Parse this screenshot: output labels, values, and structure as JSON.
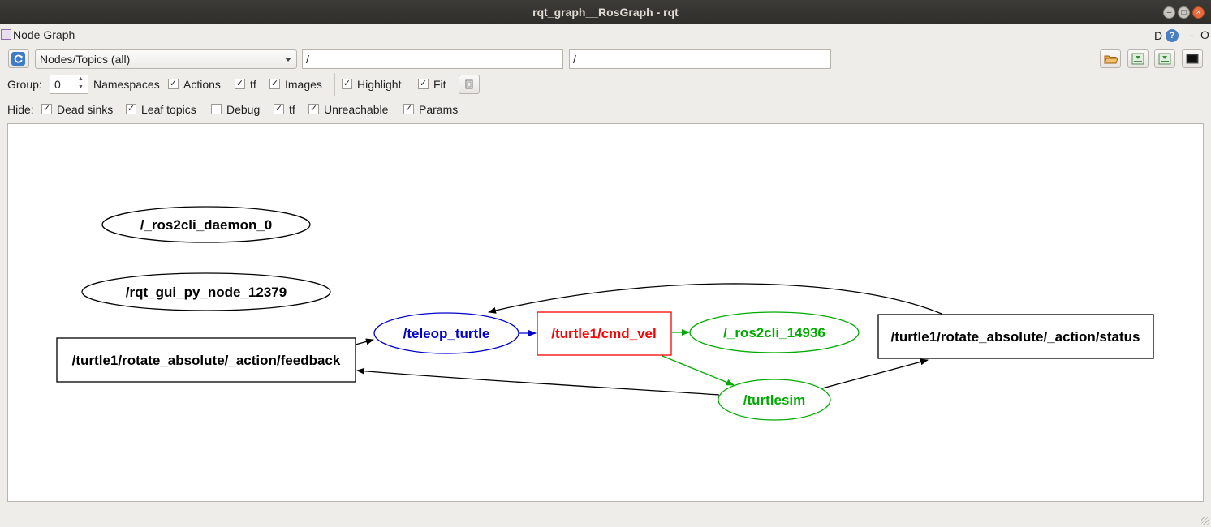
{
  "window": {
    "title": "rqt_graph__RosGraph - rqt"
  },
  "plugin": {
    "title": "Node Graph",
    "dock_d": "D",
    "dock_help": "?",
    "dock_minimize": "-",
    "dock_close": "O"
  },
  "toolbar": {
    "refresh_icon": "refresh-icon",
    "mode_select": "Nodes/Topics (all)",
    "filter1": "/",
    "filter2": "/"
  },
  "options": {
    "group_label": "Group:",
    "group_value": "0",
    "namespaces": "Namespaces",
    "actions": "Actions",
    "tf": "tf",
    "images": "Images",
    "highlight": "Highlight",
    "fit": "Fit"
  },
  "hide": {
    "label": "Hide:",
    "dead_sinks": "Dead sinks",
    "leaf_topics": "Leaf topics",
    "debug": "Debug",
    "tf": "tf",
    "unreachable": "Unreachable",
    "params": "Params"
  },
  "checks": {
    "namespaces": false,
    "actions": true,
    "tf": true,
    "images": true,
    "highlight": true,
    "fit": true,
    "dead_sinks": true,
    "leaf_topics": true,
    "debug": false,
    "hide_tf": true,
    "unreachable": true,
    "params": true
  },
  "graph": {
    "nodes": [
      {
        "id": "ros2cli_daemon",
        "label": "/_ros2cli_daemon_0",
        "shape": "ellipse",
        "color": "#000000"
      },
      {
        "id": "rqt_gui",
        "label": "/rqt_gui_py_node_12379",
        "shape": "ellipse",
        "color": "#000000"
      },
      {
        "id": "feedback",
        "label": "/turtle1/rotate_absolute/_action/feedback",
        "shape": "box",
        "color": "#000000"
      },
      {
        "id": "teleop",
        "label": "/teleop_turtle",
        "shape": "ellipse",
        "color": "#0000cc"
      },
      {
        "id": "cmd_vel",
        "label": "/turtle1/cmd_vel",
        "shape": "box",
        "color": "#ff0000"
      },
      {
        "id": "ros2cli",
        "label": "/_ros2cli_14936",
        "shape": "ellipse",
        "color": "#00aa00"
      },
      {
        "id": "turtlesim",
        "label": "/turtlesim",
        "shape": "ellipse",
        "color": "#00aa00"
      },
      {
        "id": "status",
        "label": "/turtle1/rotate_absolute/_action/status",
        "shape": "box",
        "color": "#000000"
      }
    ],
    "edges": [
      {
        "from": "feedback",
        "to": "teleop",
        "color": "#000000"
      },
      {
        "from": "teleop",
        "to": "cmd_vel",
        "color": "#0000cc"
      },
      {
        "from": "cmd_vel",
        "to": "ros2cli",
        "color": "#00aa00"
      },
      {
        "from": "cmd_vel",
        "to": "turtlesim",
        "color": "#00aa00"
      },
      {
        "from": "turtlesim",
        "to": "status",
        "color": "#000000"
      },
      {
        "from": "turtlesim",
        "to": "feedback",
        "color": "#000000"
      },
      {
        "from": "status",
        "to": "teleop",
        "color": "#000000"
      }
    ]
  }
}
